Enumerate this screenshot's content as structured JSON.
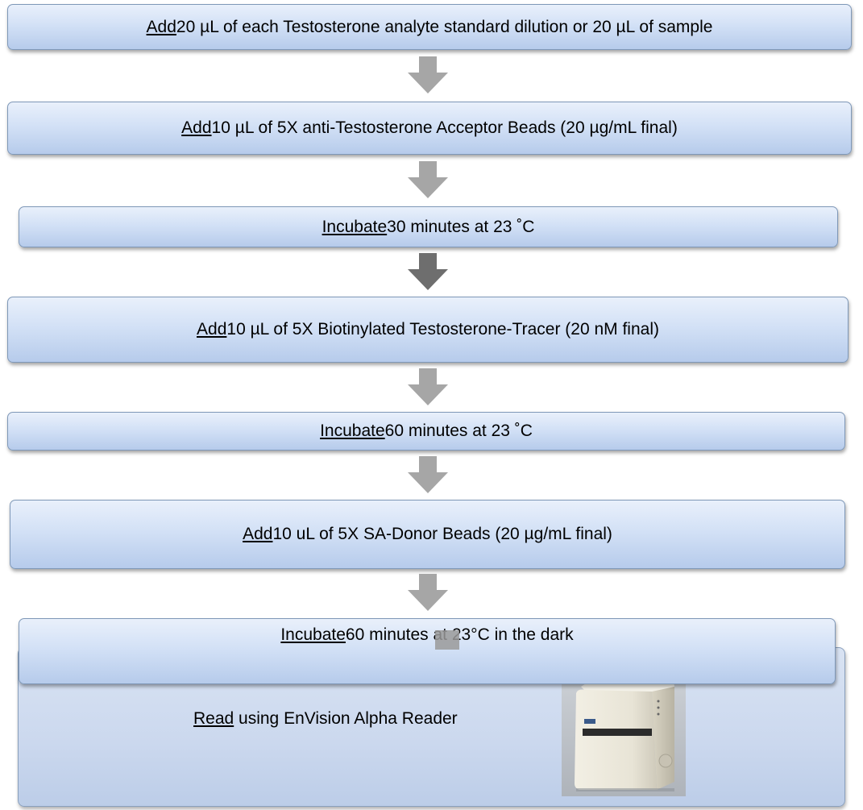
{
  "steps": [
    {
      "verb": "Add",
      "rest": " 20 µL of each Testosterone analyte standard dilution or 20 µL of sample"
    },
    {
      "verb": "Add",
      "rest": " 10 µL of 5X anti-Testosterone Acceptor Beads (20 µg/mL final)"
    },
    {
      "verb": "Incubate",
      "rest": " 30 minutes at 23 ˚C"
    },
    {
      "verb": "Add",
      "rest": " 10 µL of 5X  Biotinylated Testosterone-Tracer (20 nM final)"
    },
    {
      "verb": "Incubate",
      "rest": " 60 minutes at 23 ˚C"
    },
    {
      "verb": "Add",
      "rest": " 10 uL of 5X SA-Donor Beads (20 µg/mL final)"
    },
    {
      "verb": "Incubate",
      "rest": "  60 minutes at 23°C in the dark"
    }
  ],
  "read_step": {
    "verb": "Read",
    "rest": " using EnVision Alpha Reader"
  },
  "colors": {
    "box_top": "#e9f0fb",
    "box_bottom": "#b6cbeb",
    "arrow_light": "#a6a6a6",
    "arrow_dark": "#6e6e6e"
  },
  "icons": {
    "reader": "envision-reader-instrument-icon",
    "arrow": "down-arrow-icon"
  }
}
